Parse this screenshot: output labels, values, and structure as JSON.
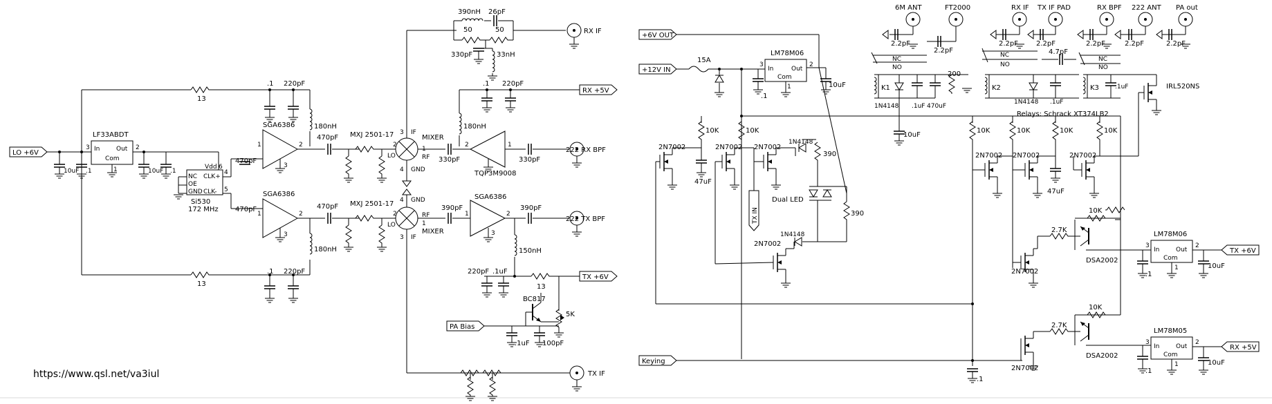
{
  "website": "https://www.qsl.net/va3iul",
  "left": {
    "lo_port": "LO +6V",
    "reg": {
      "name": "LF33ABDT",
      "in": "In",
      "out": "Out",
      "com": "Com",
      "pin_in": "3",
      "pin_out": "2",
      "pin_com": "1"
    },
    "reg_caps": [
      "10uF",
      ".1",
      "10uF",
      ".1"
    ],
    "osc": {
      "name": "Si530",
      "freq": "172 MHz",
      "vdd": "Vdd",
      "nc": "NC",
      "oe": "OE",
      "gnd": "GND",
      "clkp": "CLK+",
      "clkm": "CLK-",
      "pin_vdd": "6",
      "pin_clkp": "4",
      "pin_clkm": "5"
    },
    "res_top": "13",
    "res_bot": "13",
    "amp_top": {
      "name": "SGA6386",
      "p1": "1",
      "p2": "2",
      "p3": "3"
    },
    "amp_bot": {
      "name": "SGA6386",
      "p1": "1",
      "p2": "2",
      "p3": "3"
    },
    "top_caps": [
      ".1",
      "220pF"
    ],
    "bot_caps": [
      ".1",
      "220pF"
    ],
    "ind_top": "180nH",
    "ind_bot": "180nH",
    "cap_osc_top": "470pF",
    "cap_osc_bot": "470pF",
    "cap_mix_top": "470pF",
    "cap_mix_bot": "470pF",
    "mixer_top": {
      "name": "MXJ 2501-17",
      "type": "MIXER",
      "lo": "LO",
      "rf": "RF",
      "if": "IF",
      "gnd": "GND",
      "p1": "1",
      "p2": "2",
      "p3": "3",
      "p4": "4"
    },
    "mixer_bot": {
      "name": "MXJ 2501-17",
      "type": "MIXER",
      "lo": "LO",
      "rf": "RF",
      "if": "IF",
      "gnd": "GND",
      "p1": "1",
      "p2": "2",
      "p3": "3",
      "p4": "4"
    },
    "rx_if_net": {
      "l1": "390nH",
      "c1": "26pF",
      "r1": "50",
      "r2": "50",
      "c2": "330pF",
      "l2": "33nH"
    },
    "rx_if": "RX IF",
    "rx_5v": "RX +5V",
    "rx_caps": [
      ".1",
      "220pF"
    ],
    "ind_rx": "180nH",
    "lna": {
      "name": "TQP3M9008",
      "p1": "1",
      "p2": "2"
    },
    "cap_rx_mix": "330pF",
    "cap_rx_bpf": "330pF",
    "rx_bpf": "222 RX BPF",
    "tx_cap1": "390pF",
    "tx_cap2": "390pF",
    "pa": {
      "name": "SGA6386",
      "p1": "1",
      "p2": "2",
      "p3": "3"
    },
    "tx_bpf": "222 TX BPF",
    "ind_tx": "150nH",
    "tx_caps": [
      "220pF",
      ".1uF"
    ],
    "res_tx": "13",
    "tx_6v": "TX +6V",
    "bc": "BC817",
    "pot": "5K",
    "pa_bias": "PA Bias",
    "bias_caps": [
      ".1uF",
      "100pF"
    ],
    "tx_if": "TX IF"
  },
  "right": {
    "ports": {
      "out6": "+6V OUT",
      "in12": "+12V IN",
      "tx_in": "TX IN",
      "keying": "Keying",
      "tx6": "TX +6V",
      "rx5": "RX +5V"
    },
    "fuse": "15A",
    "reg1": {
      "name": "LM78M06",
      "in": "In",
      "out": "Out",
      "com": "Com",
      "pin_in": "3",
      "pin_out": "2",
      "pin_com": "1"
    },
    "reg1_caps": [
      ".1",
      "10uF"
    ],
    "coax": [
      "6M ANT",
      "FT2000",
      "RX IF",
      "TX IF PAD",
      "RX BPF",
      "222 ANT",
      "PA out"
    ],
    "caps_22": [
      "2.2pF",
      "2.2pF",
      "2.2pF",
      "2.2pF",
      "2.2pF",
      "2.2pF",
      "2.2pF"
    ],
    "relay_contacts": [
      "NC",
      "NO",
      "NC",
      "NO",
      "NC",
      "NO"
    ],
    "cap_47": "4.7pF",
    "relays": [
      "K1",
      "K2",
      "K3"
    ],
    "diodes": [
      "1N4148",
      "1N4148",
      "1N4148",
      "1N4148"
    ],
    "k1_caps": [
      ".1uF",
      "470uF"
    ],
    "r200": "200",
    "k2_cap": ".1uF",
    "k3_cap": ".1uF",
    "irl": "IRL520NS",
    "relay_note": "Relays:  Schrack XT374LB2",
    "cap_10u_mid": "10uF",
    "r10k": [
      "10K",
      "10K",
      "10K",
      "10K",
      "10K",
      "10K",
      "10K",
      "10K"
    ],
    "fets": [
      "2N7002",
      "2N7002",
      "2N7002",
      "2N7002",
      "2N7002",
      "2N7002",
      "2N7002",
      "2N7002",
      "2N7002"
    ],
    "cap_47u": [
      "47uF",
      "47uF"
    ],
    "r390": [
      "390",
      "390"
    ],
    "dual_led": "Dual LED",
    "r27k": [
      "2.7K",
      "2.7K"
    ],
    "dsa": [
      "DSA2002",
      "DSA2002"
    ],
    "reg_tx": {
      "name": "LM78M06",
      "in": "In",
      "out": "Out",
      "com": "Com",
      "pin_in": "3",
      "pin_out": "2",
      "pin_com": "1"
    },
    "reg_rx": {
      "name": "LM78M05",
      "in": "In",
      "out": "Out",
      "com": "Com",
      "pin_in": "3",
      "pin_out": "2",
      "pin_com": "1"
    },
    "reg_tx_caps": [
      ".1",
      "10uF"
    ],
    "reg_rx_caps": [
      ".1",
      "10uF"
    ],
    "cap_keying": ".1"
  }
}
